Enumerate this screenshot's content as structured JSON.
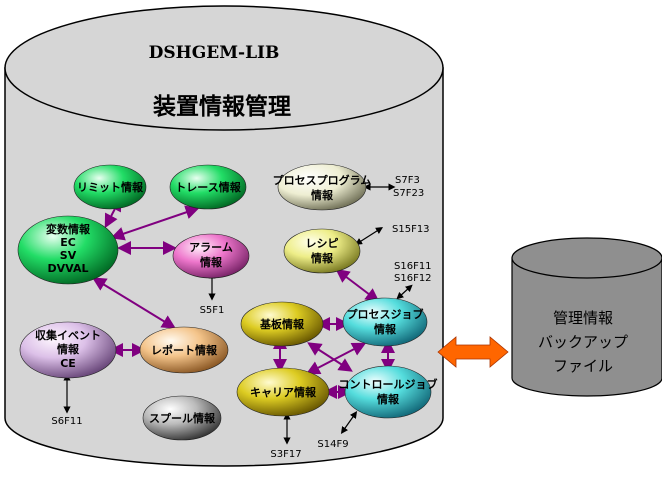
{
  "title_en": "DSHGEM-LIB",
  "title_jp": "装置情報管理",
  "colors": {
    "drum_fill": "#d6d6d6",
    "side_drum_fill": "#8f8f8f",
    "link": "#800080",
    "exchange_arrow": "#ff6600"
  },
  "nodes": {
    "limit": {
      "lines": [
        "リミット情報"
      ]
    },
    "trace": {
      "lines": [
        "トレース情報"
      ]
    },
    "process_program": {
      "lines": [
        "プロセスプログラム",
        "情報"
      ]
    },
    "variable": {
      "lines": [
        "変数情報",
        "EC",
        "SV",
        "DVVAL"
      ]
    },
    "alarm": {
      "lines": [
        "アラーム",
        "情報"
      ]
    },
    "recipe": {
      "lines": [
        "レシピ",
        "情報"
      ]
    },
    "substrate": {
      "lines": [
        "基板情報"
      ]
    },
    "process_job": {
      "lines": [
        "プロセスジョブ",
        "情報"
      ]
    },
    "collection_event": {
      "lines": [
        "収集イベント",
        "情報",
        "CE"
      ]
    },
    "report": {
      "lines": [
        "レポート情報"
      ]
    },
    "carrier": {
      "lines": [
        "キャリア情報"
      ]
    },
    "control_job": {
      "lines": [
        "コントロールジョブ",
        "情報"
      ]
    },
    "spool": {
      "lines": [
        "スプール情報"
      ]
    }
  },
  "messages": {
    "s7f3": "S7F3",
    "s7f23": "S7F23",
    "s15f13": "S15F13",
    "s16f11": "S16F11",
    "s16f12": "S16F12",
    "s5f1": "S5F1",
    "s6f11": "S6F11",
    "s3f17": "S3F17",
    "s14f9": "S14F9"
  },
  "side_store": {
    "lines": [
      "管理情報",
      "バックアップ",
      "ファイル"
    ]
  }
}
